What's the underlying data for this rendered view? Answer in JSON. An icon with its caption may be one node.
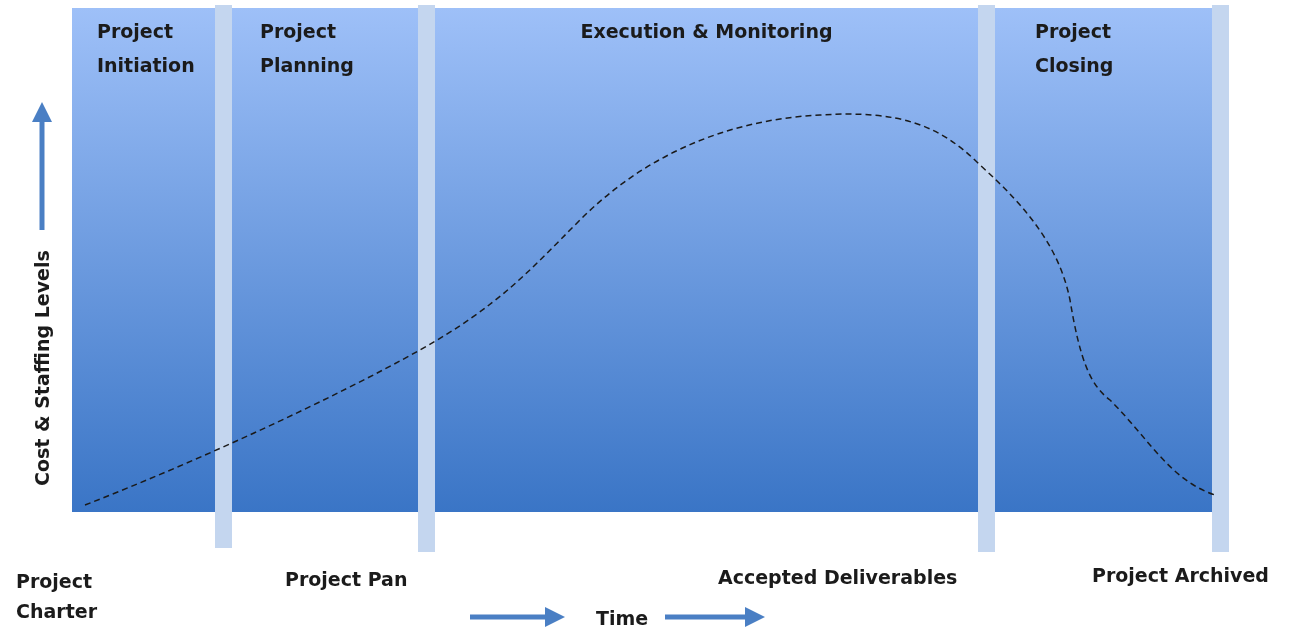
{
  "diagram": {
    "nodes": [
      {
        "text": [
          "Project Initiation"
        ]
      },
      {
        "text": [
          "Project Planning"
        ]
      },
      {
        "text": [
          "Execution & Monitoring"
        ]
      },
      {
        "text": [
          "Project Closing"
        ]
      },
      {
        "text": [],
        "shape": "bar"
      },
      {
        "text": [],
        "shape": "bar"
      },
      {
        "text": [],
        "shape": "bar"
      },
      {
        "text": [],
        "shape": "bar"
      }
    ],
    "edges": [],
    "labels": [
      "Cost & Staffing Levels",
      "Project Charter",
      "Project Pan",
      "Accepted Deliverables",
      "Project Archived",
      "Time"
    ]
  }
}
